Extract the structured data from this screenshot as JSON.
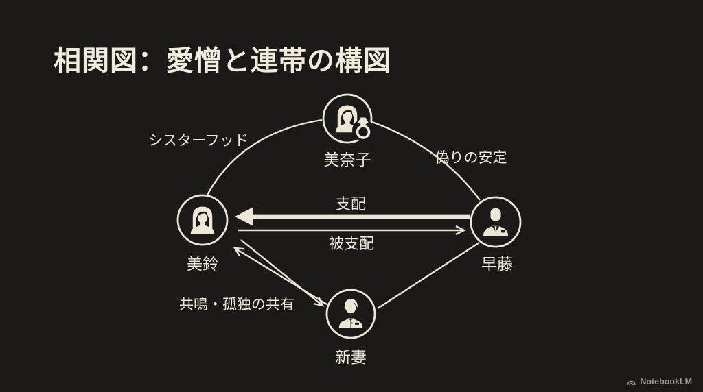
{
  "slide": {
    "title": "相関図：愛憎と連帯の構図"
  },
  "nodes": [
    {
      "label": "美奈子",
      "icon": "woman-with-ring-icon"
    },
    {
      "label": "美鈴",
      "icon": "woman-icon"
    },
    {
      "label": "早藤",
      "icon": "businessman-icon"
    },
    {
      "label": "新妻",
      "icon": "young-man-icon"
    }
  ],
  "edges": [
    {
      "label": "シスターフッド",
      "from": "美鈴",
      "to": "美奈子",
      "style": "curved-line"
    },
    {
      "label": "偽りの安定",
      "from": "美奈子",
      "to": "早藤",
      "style": "curved-line"
    },
    {
      "label": "支配",
      "from": "早藤",
      "to": "美鈴",
      "style": "thick-filled-arrow"
    },
    {
      "label": "被支配",
      "from": "美鈴",
      "to": "早藤",
      "style": "thin-open-arrow"
    },
    {
      "label": "共鳴・孤独の共有",
      "from": "美鈴",
      "to": "新妻",
      "style": "double-open-arrow"
    },
    {
      "label": "",
      "from": "早藤",
      "to": "新妻",
      "style": "plain-line"
    }
  ],
  "colors": {
    "background": "#1b1a18",
    "accent": "#ebe6d8",
    "watermark_text": "#97968f"
  },
  "watermark": {
    "label": "NotebookLM"
  }
}
